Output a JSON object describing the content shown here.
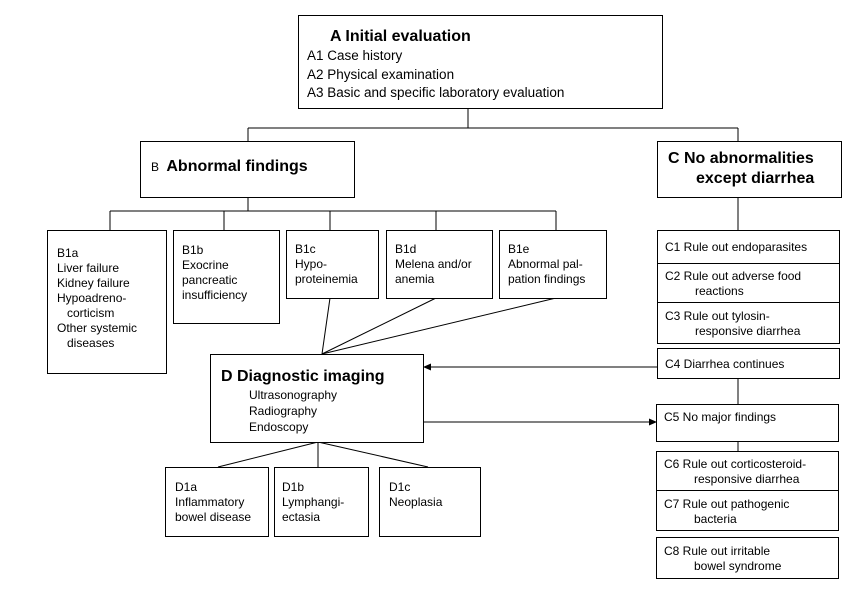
{
  "colors": {
    "line": "#000000",
    "background": "#ffffff"
  },
  "a": {
    "title": "A  Initial evaluation",
    "items": [
      "A1  Case history",
      "A2  Physical examination",
      "A3  Basic and specific laboratory evaluation"
    ]
  },
  "b": {
    "letter": "B",
    "title": "Abnormal findings",
    "b1a": [
      "B1a",
      "Liver failure",
      "Kidney failure",
      "Hypoadreno-",
      "corticism",
      "Other systemic",
      "diseases"
    ],
    "b1b": [
      "B1b",
      "Exocrine",
      "pancreatic",
      "insufficiency"
    ],
    "b1c": [
      "B1c",
      "Hypo-",
      "proteinemia"
    ],
    "b1d": [
      "B1d",
      "Melena and/or",
      "anemia"
    ],
    "b1e": [
      "B1e",
      "Abnormal pal-",
      "pation findings"
    ]
  },
  "c": {
    "title_1": "C  No abnormalities",
    "title_2": "except diarrhea",
    "c1": [
      "C1 Rule out endoparasites"
    ],
    "c2": [
      "C2 Rule out adverse food",
      "reactions"
    ],
    "c3": [
      "C3 Rule out tylosin-",
      "responsive diarrhea"
    ],
    "c4": [
      "C4 Diarrhea continues"
    ],
    "c5": [
      "C5 No major findings"
    ],
    "c6": [
      "C6 Rule out corticosteroid-",
      "responsive diarrhea"
    ],
    "c7": [
      "C7 Rule out pathogenic",
      "bacteria"
    ],
    "c8": [
      "C8 Rule out irritable",
      "bowel syndrome"
    ]
  },
  "d": {
    "title": "D  Diagnostic imaging",
    "items": [
      "Ultrasonography",
      "Radiography",
      "Endoscopy"
    ],
    "d1a": [
      "D1a",
      "Inflammatory",
      "bowel disease"
    ],
    "d1b": [
      "D1b",
      "Lymphangi-",
      "ectasia"
    ],
    "d1c": [
      "D1c",
      "Neoplasia"
    ]
  }
}
